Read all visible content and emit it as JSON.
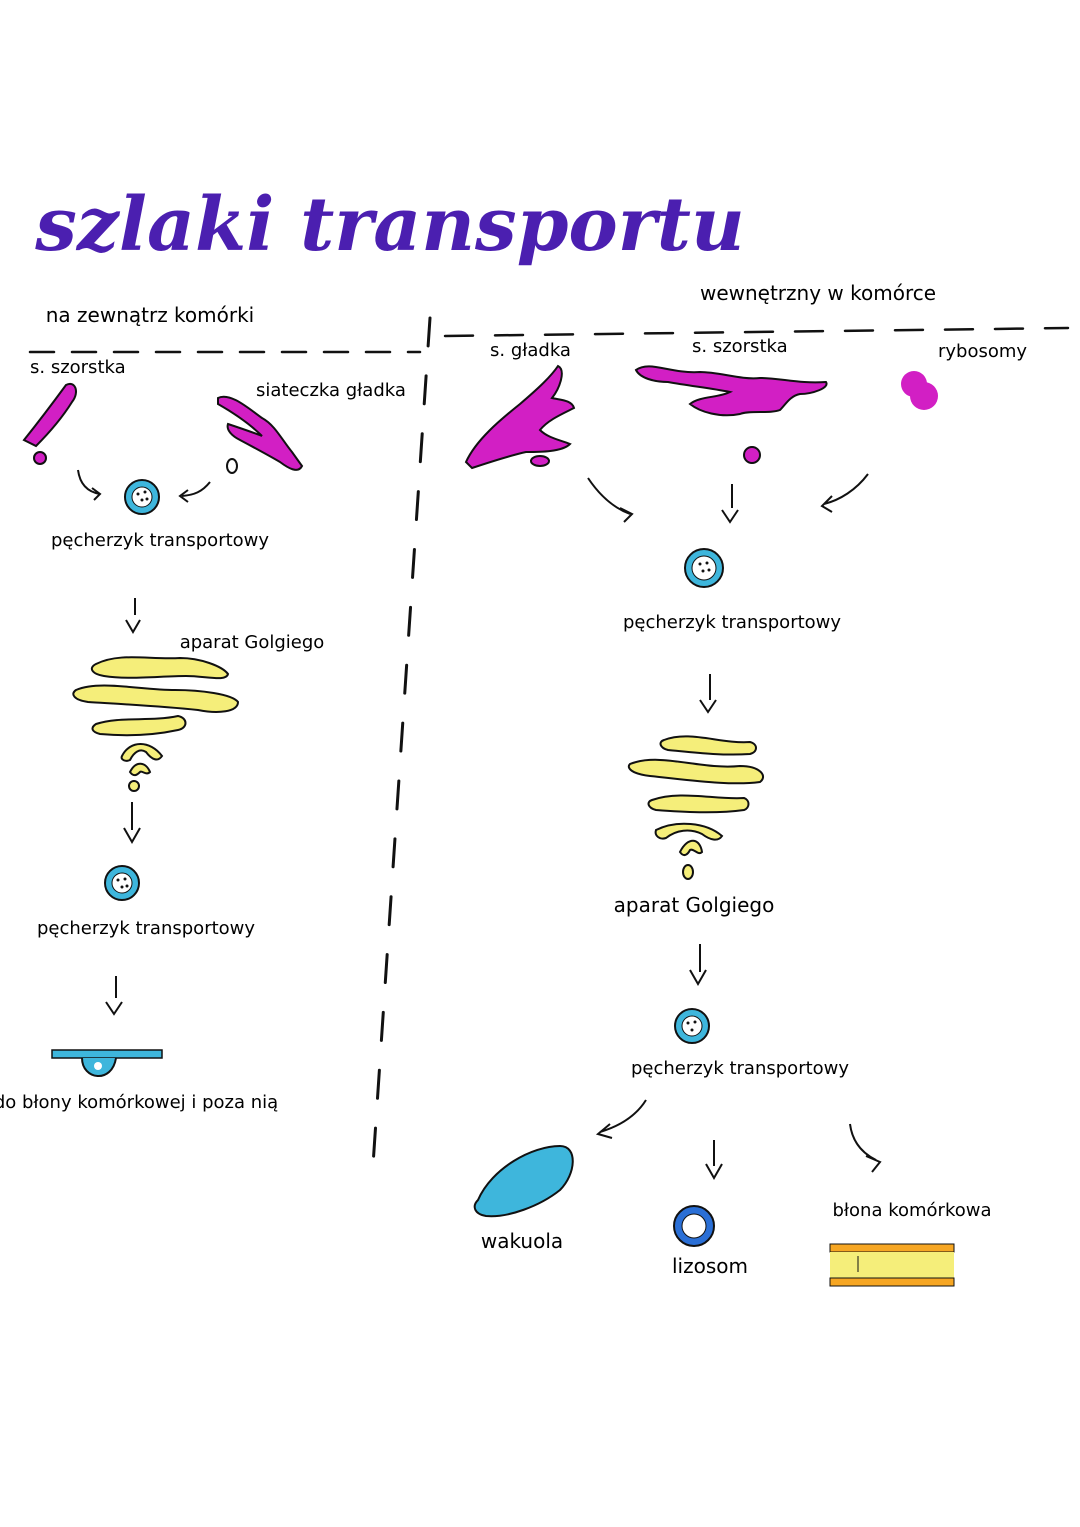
{
  "title": "szlaki transportu",
  "colors": {
    "title": "#4b1fb0",
    "organelle": "#d21fc4",
    "vesicle": "#3eb6dc",
    "golgi": "#f5ee7a",
    "membrane_orange": "#f6a623",
    "outline": "#111111"
  },
  "left": {
    "header": "na zewnątrz komórki",
    "smooth_er": "s. szorstka",
    "smooth_er2": "siateczka gładka",
    "vesicle1": "pęcherzyk transportowy",
    "golgi": "aparat Golgiego",
    "vesicle2": "pęcherzyk transportowy",
    "destination": "do błony komórkowej i poza nią"
  },
  "right": {
    "header": "wewnętrzny w komórce",
    "smooth_er": "s. gładka",
    "rough_er": "s. szorstka",
    "ribosomes": "rybosomy",
    "vesicle1": "pęcherzyk transportowy",
    "golgi": "aparat Golgiego",
    "vesicle2": "pęcherzyk transportowy",
    "vacuole": "wakuola",
    "lysosome": "lizosom",
    "membrane": "błona komórkowa"
  }
}
